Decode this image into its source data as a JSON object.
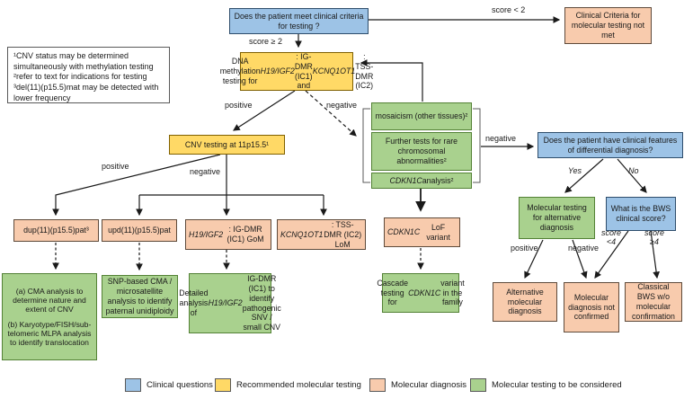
{
  "nodes": {
    "q_criteria": "Does the patient meet clinical criteria for testing ?",
    "criteria_not_met": "Clinical Criteria for molecular testing not met",
    "notes": "¹CNV status may be determined simultaneously with methylation testing\n²refer to text for indications for testing\n³del(11)(p15.5)mat may be detected with lower frequency",
    "methylation": "DNA methylation testing for *H19/IGF2*: IG-DMR (IC1) and *KCNQ1OT1*: TSS-DMR (IC2)",
    "cnv_testing": "CNV testing at 11p15.5¹",
    "mosaicism": "mosaicism (other tissues)²",
    "further_tests": "Further tests for rare chromosomal abnormalities²",
    "cdkn1c_analysis": "*CDKN1C* analysis²",
    "q_differential": "Does the patient have clinical features of differential diagnosis?",
    "dup": "dup(11)(p15.5)pat³",
    "upd": "upd(11)(p15.5)pat",
    "ic1_gom": "*H19/IGF2*: IG-DMR (IC1) GoM",
    "ic2_lom": "*KCNQ1OT1*: TSS-DMR (IC2) LoM",
    "cdkn1c_lof": "*CDKN1C* LoF variant",
    "cma_a": "(a) CMA analysis to determine nature and extent of CNV",
    "cma_b": "(b) Karyotype/FISH/sub-telomeric MLPA analysis to identify translocation",
    "snp_cma": "SNP-based CMA / microsatellite analysis to identify paternal unidiploidy",
    "detailed_ic1": "Detailed analysis of *H19/IGF2* IG-DMR (IC1) to identify pathogenic SNV / small CNV",
    "cascade": "Cascade testing for *CDKN1C* variant in the family",
    "alt_testing": "Molecular testing for alternative diagnosis",
    "bws_score": "What is the BWS clinical score?",
    "alt_diagnosis": "Alternative molecular diagnosis",
    "not_confirmed": "Molecular diagnosis not confirmed",
    "classical_bws": "Classical BWS w/o molecular confirmation"
  },
  "edge_labels": {
    "score_lt_2": "score < 2",
    "score_ge_2": "score ≥ 2",
    "methylation_positive": "positive",
    "methylation_negative": "negative",
    "cnv_positive": "positive",
    "cnv_negative": "negative",
    "mosaicism_negative": "negative",
    "diff_yes": "Yes",
    "diff_no": "No",
    "alt_positive": "positive",
    "alt_negative": "negative",
    "score_lt_4": "score\n<4",
    "score_ge_4": "score\n≥4"
  },
  "legend": [
    {
      "label": "Clinical questions",
      "color": "#9dc3e6"
    },
    {
      "label": "Recommended molecular testing",
      "color": "#ffd966"
    },
    {
      "label": "Molecular diagnosis",
      "color": "#f8cbad"
    },
    {
      "label": "Molecular testing to be considered",
      "color": "#a9d18e"
    }
  ]
}
